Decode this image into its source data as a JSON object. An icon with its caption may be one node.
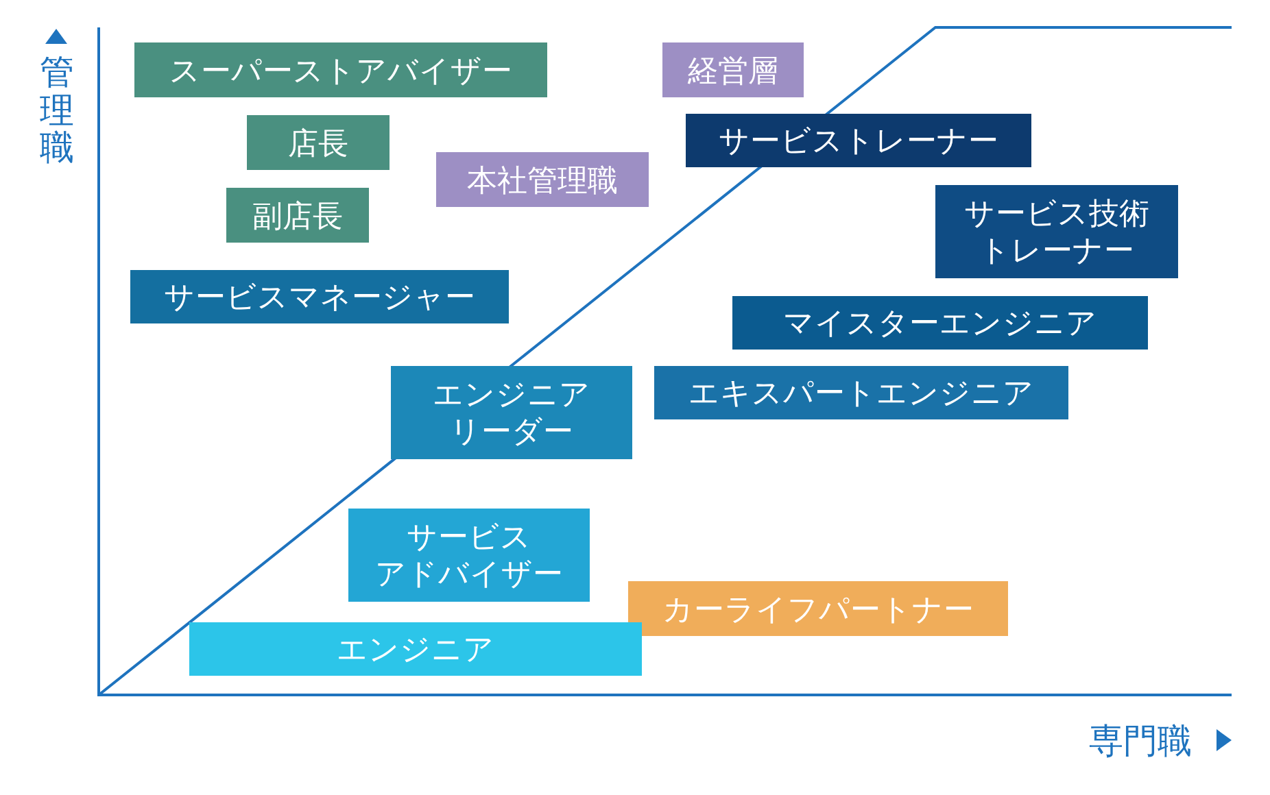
{
  "diagram": {
    "nodes": [
      {
        "text": [
          "スーパーストアバイザー"
        ]
      },
      {
        "text": [
          "経営層"
        ]
      },
      {
        "text": [
          "サービストレーナー"
        ]
      },
      {
        "text": [
          "店長"
        ]
      },
      {
        "text": [
          "本社管理職"
        ]
      },
      {
        "text": [
          "サービス技術トレーナー"
        ]
      },
      {
        "text": [
          "副店長"
        ]
      },
      {
        "text": [
          "サービスマネージャー"
        ]
      },
      {
        "text": [
          "マイスターエンジニア"
        ]
      },
      {
        "text": [
          "エンジニアリーダー"
        ]
      },
      {
        "text": [
          "エキスパートエンジニア"
        ]
      },
      {
        "text": [
          "サービスアドバイザー"
        ]
      },
      {
        "text": [
          "カーライフパートナー"
        ]
      },
      {
        "text": [
          "エンジニア"
        ]
      }
    ],
    "edges": [],
    "labels": [
      "管理職",
      "専門職"
    ]
  }
}
